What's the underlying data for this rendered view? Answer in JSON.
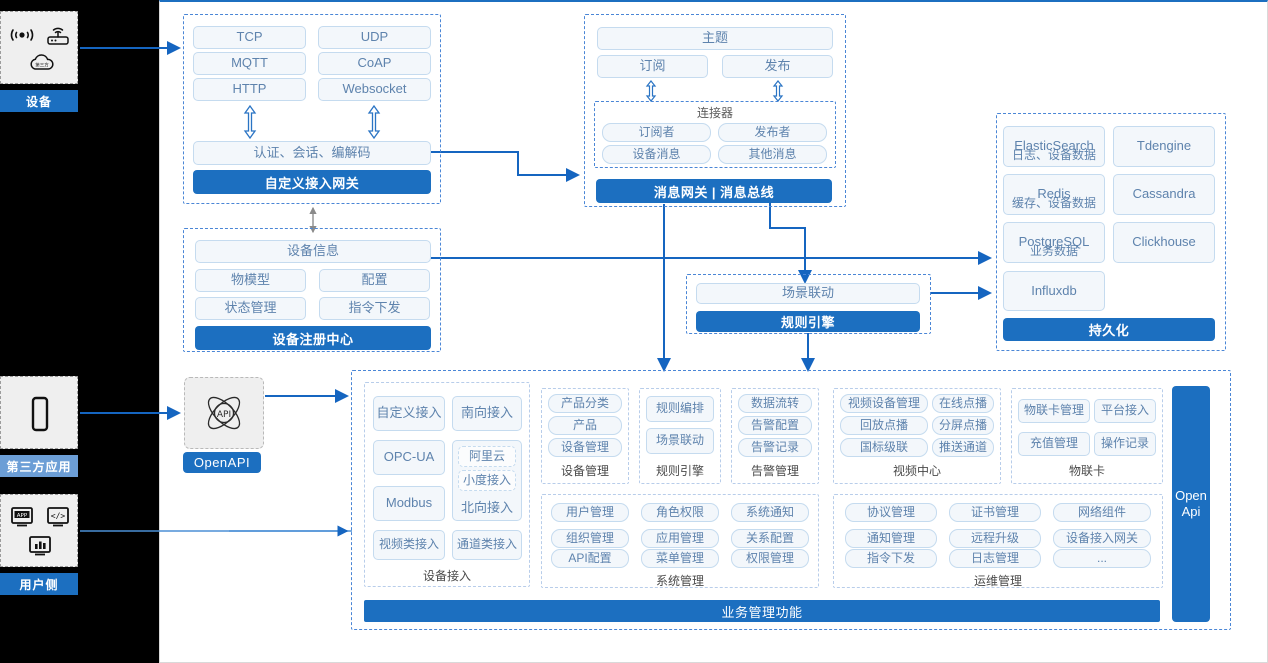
{
  "theme": {
    "accent": "#1c6fc0",
    "pill_text": "#5e83ad",
    "pill_bg": "#f3f7fb",
    "pill_border": "#c5dbef",
    "dashed_border": "#4a86d6",
    "rail_bg": "#000000",
    "muted_label": "#6c9ed6"
  },
  "actors": [
    {
      "id": "device",
      "label": "设备",
      "icons": [
        "wifi-signal-icon",
        "router-icon",
        "cloud-icon"
      ]
    },
    {
      "id": "third-party",
      "label": "第三方应用",
      "icons": [
        "mobile-phone-icon"
      ]
    },
    {
      "id": "user-side",
      "label": "用户侧",
      "icons": [
        "app-window-icon",
        "code-window-icon",
        "dashboard-window-icon"
      ]
    }
  ],
  "access_gateway": {
    "protocols": [
      "TCP",
      "UDP",
      "MQTT",
      "CoAP",
      "HTTP",
      "Websocket"
    ],
    "middle": "认证、会话、编解码",
    "footer": "自定义接入网关"
  },
  "message_gateway": {
    "topic": "主题",
    "subscribe": "订阅",
    "publish": "发布",
    "connector_title": "连接器",
    "connector_items": [
      "订阅者",
      "发布者",
      "设备消息",
      "其他消息"
    ],
    "footer": "消息网关 | 消息总线"
  },
  "device_registry": {
    "header": "设备信息",
    "items": [
      "物模型",
      "配置",
      "状态管理",
      "指令下发"
    ],
    "footer": "设备注册中心"
  },
  "rule_engine": {
    "item": "场景联动",
    "footer": "规则引擎"
  },
  "persistence": {
    "stores": [
      {
        "name": "ElasticSearch",
        "sub": "日志、设备数据"
      },
      {
        "name": "Tdengine",
        "sub": ""
      },
      {
        "name": "Redis",
        "sub": "缓存、设备数据"
      },
      {
        "name": "Cassandra",
        "sub": ""
      },
      {
        "name": "PostgreSQL",
        "sub": "业务数据"
      },
      {
        "name": "Clickhouse",
        "sub": ""
      },
      {
        "name": "Influxdb",
        "sub": ""
      }
    ],
    "footer": "持久化"
  },
  "openapi_node": {
    "icon": "api-atom-icon",
    "label": "OpenAPI"
  },
  "openapi_bar": {
    "line1": "Open",
    "line2": "Api"
  },
  "business": {
    "footer": "业务管理功能",
    "device_access": {
      "title": "设备接入",
      "items": [
        "自定义接入",
        "南向接入",
        "OPC-UA",
        "Modbus",
        "视频类接入",
        "通道类接入"
      ],
      "southbound_label": "南向接入",
      "northbound_label": "北向接入",
      "northbound_items": [
        "阿里云",
        "小度接入"
      ]
    },
    "columns_top": [
      {
        "title": "设备管理",
        "items": [
          "产品分类",
          "产品",
          "设备管理"
        ]
      },
      {
        "title": "规则引擎",
        "items": [
          "规则编排",
          "场景联动"
        ]
      },
      {
        "title": "告警管理",
        "items": [
          "数据流转",
          "告警配置",
          "告警记录"
        ]
      },
      {
        "title": "视频中心",
        "items": [
          "视频设备管理",
          "在线点播",
          "回放点播",
          "分屏点播",
          "国标级联",
          "推送通道"
        ]
      },
      {
        "title": "物联卡",
        "items": [
          "物联卡管理",
          "平台接入",
          "充值管理",
          "操作记录"
        ]
      }
    ],
    "columns_bottom": [
      {
        "title": "系统管理",
        "items": [
          "用户管理",
          "角色权限",
          "系统通知",
          "组织管理",
          "应用管理",
          "关系配置",
          "API配置",
          "菜单管理",
          "权限管理"
        ]
      },
      {
        "title": "运维管理",
        "items": [
          "协议管理",
          "证书管理",
          "网络组件",
          "通知管理",
          "远程升级",
          "设备接入网关",
          "指令下发",
          "日志管理",
          "..."
        ]
      }
    ]
  }
}
